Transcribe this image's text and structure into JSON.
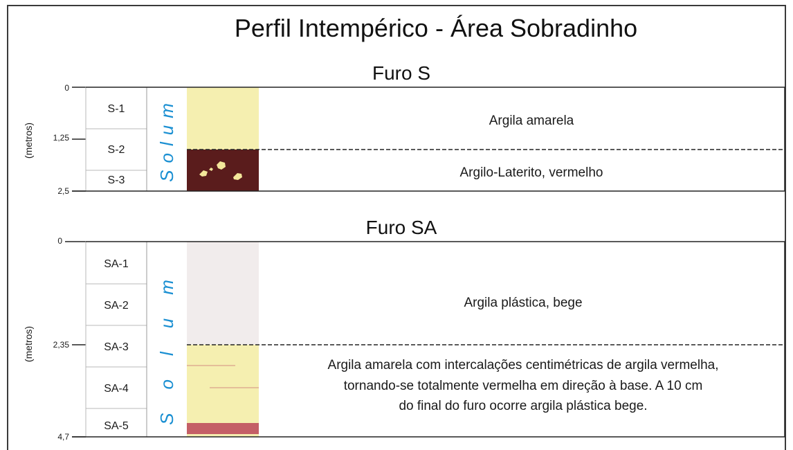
{
  "title": "Perfil Intempérico - Área Sobradinho",
  "colors": {
    "yellow_clay": "#f5efb0",
    "red_laterite": "#5a1c1c",
    "laterite_nodule": "#f3e69a",
    "beige_clay": "#f1ecec",
    "red_clay_base": "#c45f66",
    "red_streak": "#d9a08a",
    "solum_text": "#1a8fd2",
    "border": "#3a3a3a"
  },
  "furos": [
    {
      "name": "Furo S",
      "axis_label": "(metros)",
      "ticks": [
        "0",
        "1,25",
        "2,5"
      ],
      "samples": [
        "S-1",
        "S-2",
        "S-3"
      ],
      "horizon": "Solum",
      "layers": [
        {
          "description": [
            "Argila amarela"
          ],
          "color": "yellow_clay"
        },
        {
          "description": [
            "Argilo-Laterito, vermelho"
          ],
          "color": "red_laterite"
        }
      ]
    },
    {
      "name": "Furo SA",
      "axis_label": "(metros)",
      "ticks": [
        "0",
        "2,35",
        "4,7"
      ],
      "samples": [
        "SA-1",
        "SA-2",
        "SA-3",
        "SA-4",
        "SA-5"
      ],
      "horizon": "Solum",
      "layers": [
        {
          "description": [
            "Argila plástica, bege"
          ],
          "color": "beige_clay"
        },
        {
          "description": [
            "Argila amarela com intercalações centimétricas de argila vermelha,",
            "tornando-se totalmente vermelha em direção à base. A 10 cm",
            "do final do furo ocorre argila plástica bege."
          ],
          "color": "yellow_clay"
        }
      ]
    }
  ]
}
